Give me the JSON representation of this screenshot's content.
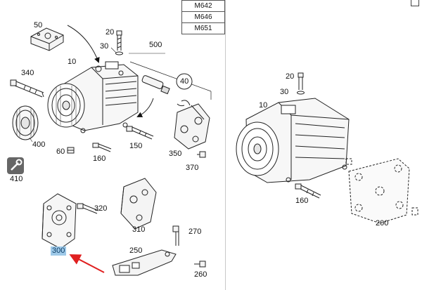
{
  "engine_variants": [
    "M642",
    "M646",
    "M651"
  ],
  "left_callouts": {
    "c10": "10",
    "c20": "20",
    "c30": "30",
    "c40": "40",
    "c50": "50",
    "c60": "60",
    "c150": "150",
    "c160": "160",
    "c250": "250",
    "c260": "260",
    "c270": "270",
    "c300": "300",
    "c310": "310",
    "c320": "320",
    "c340": "340",
    "c350": "350",
    "c370": "370",
    "c400": "400",
    "c410": "410",
    "c500": "500"
  },
  "right_callouts": {
    "c10": "10",
    "c20": "20",
    "c30": "30",
    "c160": "160",
    "c200": "200"
  },
  "highlight": {
    "callout": "300",
    "color": "#9ec9e8",
    "arrow_color": "#e02020"
  },
  "icons": {
    "wrench": "wrench-icon"
  }
}
